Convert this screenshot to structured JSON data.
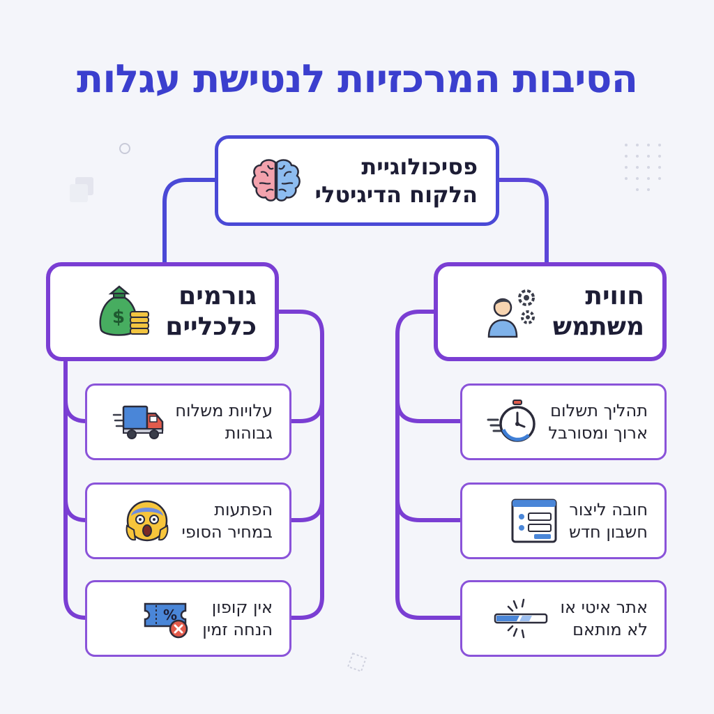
{
  "title": "הסיבות המרכזיות לנטישת עגלות",
  "root": {
    "line1": "פסיכולוגיית",
    "line2": "הלקוח הדיגיטלי",
    "icon": "brain-icon"
  },
  "categories": {
    "right": {
      "line1": "חווית",
      "line2": "משתמש",
      "icon": "user-gears-icon"
    },
    "left": {
      "line1": "גורמים",
      "line2": "כלכליים",
      "icon": "money-bag-icon"
    }
  },
  "leaves": {
    "right": [
      {
        "line1": "תהליך תשלום",
        "line2": "ארוך ומסורבל",
        "icon": "stopwatch-icon"
      },
      {
        "line1": "חובה ליצור",
        "line2": "חשבון חדש",
        "icon": "signup-form-icon"
      },
      {
        "line1": "אתר איטי או",
        "line2": "לא מותאם",
        "icon": "loading-bar-icon"
      }
    ],
    "left": [
      {
        "line1": "עלויות משלוח",
        "line2": "גבוהות",
        "icon": "delivery-truck-icon"
      },
      {
        "line1": "הפתעות",
        "line2": "במחיר הסופי",
        "icon": "shocked-face-icon"
      },
      {
        "line1": "אין קופון",
        "line2": "הנחה זמין",
        "icon": "coupon-cancel-icon"
      }
    ]
  },
  "colors": {
    "title": "#3b3fce",
    "root_border": "#4a49d6",
    "branch": "#7a3ed3",
    "background": "#f4f5fa"
  }
}
